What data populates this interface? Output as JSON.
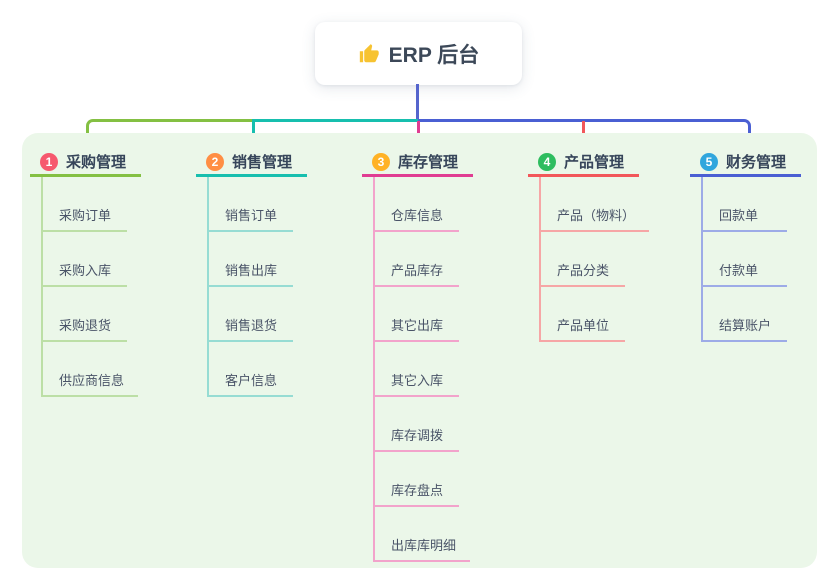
{
  "root": {
    "title": "ERP 后台",
    "icon": "thumbs-up-icon",
    "icon_color": "#f7c331"
  },
  "colors": {
    "panel_background": "#ebf7e9",
    "root_connector": "#5565cd",
    "branch_lines": [
      "#84c043",
      "#17bfae",
      "#e03d92",
      "#f2575a",
      "#4a5fd3"
    ],
    "child_lines": [
      "#bcdfa6",
      "#96dcd3",
      "#f2a3cb",
      "#f6a6a6",
      "#9dabe7"
    ],
    "badges": [
      "#f6596e",
      "#ff8e44",
      "#ffb225",
      "#2ebd5f",
      "#30a6dd"
    ]
  },
  "branches": [
    {
      "num": "1",
      "label": "采购管理",
      "children": [
        "采购订单",
        "采购入库",
        "采购退货",
        "供应商信息"
      ]
    },
    {
      "num": "2",
      "label": "销售管理",
      "children": [
        "销售订单",
        "销售出库",
        "销售退货",
        "客户信息"
      ]
    },
    {
      "num": "3",
      "label": "库存管理",
      "children": [
        "仓库信息",
        "产品库存",
        "其它出库",
        "其它入库",
        "库存调拨",
        "库存盘点",
        "出库库明细"
      ]
    },
    {
      "num": "4",
      "label": "产品管理",
      "children": [
        "产品（物料）",
        "产品分类",
        "产品单位"
      ]
    },
    {
      "num": "5",
      "label": "财务管理",
      "children": [
        "回款单",
        "付款单",
        "结算账户"
      ]
    }
  ]
}
